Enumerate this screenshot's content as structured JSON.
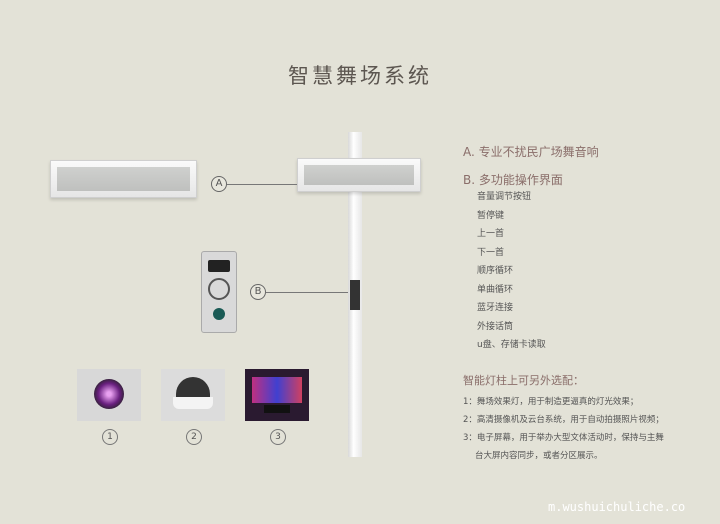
{
  "title": "智慧舞场系统",
  "callouts": {
    "a": "A",
    "b": "B"
  },
  "features": {
    "a_heading": "A. 专业不扰民广场舞音响",
    "b_heading": "B. 多功能操作界面",
    "b_items": [
      "音量调节按钮",
      "暂停键",
      "上一首",
      "下一首",
      "顺序循环",
      "单曲循环",
      "蓝牙连接",
      "外接话筒",
      "u盘、存储卡读取"
    ]
  },
  "options": {
    "heading": "智能灯柱上可另外选配：",
    "items": [
      "1：舞场效果灯，用于制造更逼真的灯光效果；",
      "2：高清摄像机及云台系统，用于自动拍摄照片视频；",
      "3：电子屏幕，用于举办大型文体活动时，保持与主舞",
      "台大屏内容同步，或者分区展示。"
    ]
  },
  "thumbs": [
    "1",
    "2",
    "3"
  ],
  "watermark": "m.wushuichuliche.co"
}
